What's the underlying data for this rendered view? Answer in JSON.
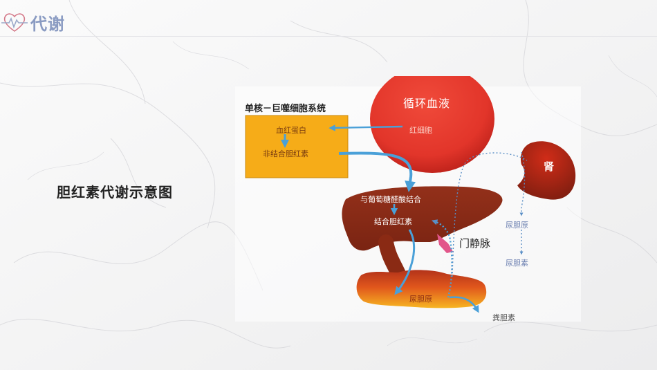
{
  "header": {
    "title": "代谢",
    "icon": "heartbeat-heart-icon",
    "accent": "#8a9bc2"
  },
  "page": {
    "title": "胆红素代谢示意图"
  },
  "diagram": {
    "mps_title": "单核－巨噬细胞系统",
    "hemoglobin": "血红蛋白",
    "unconjugated_bilirubin": "非结合胆红素",
    "circulation": "循环血液",
    "red_cell": "红细胞",
    "kidney": "肾",
    "glucuronide": "与葡萄糖醛酸结合",
    "conjugated_bilirubin": "结合胆红素",
    "portal_vein": "门静脉",
    "urobilinogen_kidney": "尿胆原",
    "urobilin": "尿胆素",
    "urobilinogen_intestine": "尿胆原",
    "stercobilin": "粪胆素",
    "colors": {
      "blood": "#e2352a",
      "box": "#f6ac18",
      "liver": "#8c2a14",
      "arrow": "#4aa0d8"
    }
  }
}
